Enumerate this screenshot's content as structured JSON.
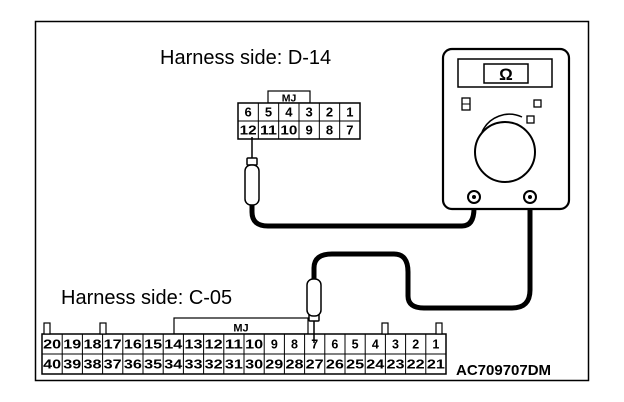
{
  "harness_d14": {
    "title": "Harness side: D-14",
    "tab": "MJ",
    "top_row": [
      "6",
      "5",
      "4",
      "3",
      "2",
      "1"
    ],
    "bottom_row": [
      "12",
      "11",
      "10",
      "9",
      "8",
      "7"
    ],
    "probed_pin": "12"
  },
  "harness_c05": {
    "title": "Harness side: C-05",
    "tab": "MJ",
    "top_row": [
      "20",
      "19",
      "18",
      "17",
      "16",
      "15",
      "14",
      "13",
      "12",
      "11",
      "10",
      "9",
      "8",
      "7",
      "6",
      "5",
      "4",
      "3",
      "2",
      "1"
    ],
    "bottom_row": [
      "40",
      "39",
      "38",
      "37",
      "36",
      "35",
      "34",
      "33",
      "32",
      "31",
      "30",
      "29",
      "28",
      "27",
      "26",
      "25",
      "24",
      "23",
      "22",
      "21"
    ],
    "probed_pin": "7"
  },
  "meter": {
    "symbol": "Ω",
    "icon": "ohmmeter-icon"
  },
  "figure_code": "AC709707DM"
}
